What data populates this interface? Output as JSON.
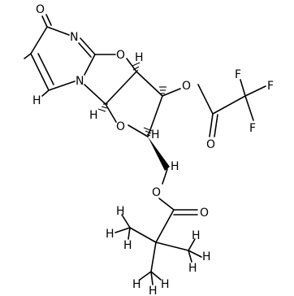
{
  "atoms": {
    "o_keto": "O",
    "n_ring": "N",
    "o_oxazole": "O",
    "n_bridge": "N",
    "o_furan": "O",
    "o_ester_tfa": "O",
    "o_carbonyl_tfa": "O",
    "f1": "F",
    "f2": "F",
    "f3": "F",
    "o_ester_piv": "O",
    "o_carbonyl_piv": "O",
    "h_c1": "H",
    "h_c2": "H",
    "h_c3": "H",
    "h_c4": "H",
    "h_c5": "H",
    "h_m1a": "H",
    "h_m1b": "H",
    "h_m1c": "H",
    "h_m2a": "H",
    "h_m2b": "H",
    "h_m2c": "H",
    "h_m3a": "H",
    "h_m3b": "H",
    "h_m3c": "H"
  }
}
